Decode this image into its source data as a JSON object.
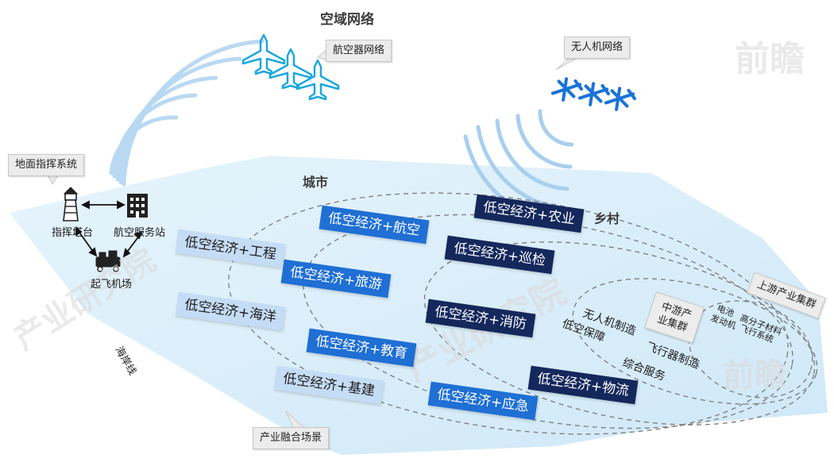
{
  "headings": {
    "airspace": "空域网络",
    "city": "城市",
    "rural": "乡村"
  },
  "callouts": {
    "aircraft_network": "航空器网络",
    "drone_network": "无人机网络",
    "ground_command": "地面指挥系统",
    "industry_scene": "产业融合场景"
  },
  "ground": {
    "tower": "指挥塔台",
    "service_station": "航空服务站",
    "airport": "起飞机场"
  },
  "coastline": "海岸线",
  "scenes": {
    "engineering": "低空经济+工程",
    "ocean": "低空经济+海洋",
    "infrastructure": "低空经济+基建",
    "aviation": "低空经济+航空",
    "tourism": "低空经济+旅游",
    "education": "低空经济+教育",
    "emergency": "低空经济+应急",
    "agriculture": "低空经济+农业",
    "patrol": "低空经济+巡检",
    "firefighting": "低空经济+消防",
    "logistics": "低空经济+物流"
  },
  "industry": {
    "midstream_title": "中游产业集群",
    "upstream_title": "上游产业集群",
    "drone_mfg": "无人机制造",
    "low_alt_support": "低空保障",
    "aircraft_mfg": "飞行器制造",
    "integrated_services": "综合服务",
    "battery": "电池",
    "engine": "发动机",
    "polymer": "高分子材料",
    "flight_system": "飞行系统"
  },
  "watermark": {
    "brand": "前瞻",
    "brand2": "产业研究院"
  },
  "colors": {
    "light_tile": "#c5dcf5",
    "mid_tile": "#1f6fd4",
    "dark_tile": "#14285c",
    "region": "#daeefa",
    "aircraft": "#1ea7df",
    "drone": "#1a73d9"
  }
}
